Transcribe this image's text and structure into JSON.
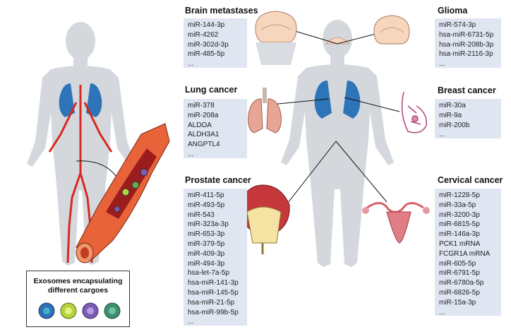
{
  "panels": {
    "brain": {
      "title": "Brain metastases",
      "items": [
        "miR-144-3p",
        "miR-4262",
        "miR-302d-3p",
        "miR-485-5p",
        "..."
      ]
    },
    "lung": {
      "title": "Lung cancer",
      "items": [
        "miR-378",
        "miR-208a",
        "ALDOA",
        "ALDH3A1",
        "ANGPTL4",
        "..."
      ]
    },
    "prostate": {
      "title": "Prostate cancer",
      "items": [
        "miR-411-5p",
        "miR-493-5p",
        "miR-543",
        "miR-323a-3p",
        "miR-653-3p",
        "miR-379-5p",
        "miR-409-3p",
        "miR-494-3p",
        "hsa-let-7a-5p",
        "hsa-miR-141-3p",
        "hsa-miR-145-5p",
        "hsa-miR-21-5p",
        "hsa-miR-99b-5p",
        "..."
      ]
    },
    "glioma": {
      "title": "Glioma",
      "items": [
        "miR-574-3p",
        "hsa-miR-6731-5p",
        "hsa-miR-208b-3p",
        "hsa-miR-2116-3p",
        "..."
      ]
    },
    "breast": {
      "title": "Breast cancer",
      "items": [
        "miR-30a",
        "miR-9a",
        "miR-200b",
        "..."
      ]
    },
    "cervical": {
      "title": "Cervical cancer",
      "items": [
        "miR-1228-5p",
        "miR-33a-5p",
        "miR-3200-3p",
        "miR-6815-5p",
        "miR-146a-3p",
        "PCK1 mRNA",
        "FCGR1A mRNA",
        "miR-605-5p",
        "miR-6791-5p",
        "miR-6780a-5p",
        "miR-6826-5p",
        "miR-15a-3p",
        "..."
      ]
    }
  },
  "legend": {
    "title": "Exosomes encapsulating different cargoes"
  },
  "colors": {
    "panel_bg": "#dfe6f2",
    "body": "#d4d8dd",
    "lung": "#2d74b8",
    "vessel": "#d9281e",
    "blood_vessel_wall": "#e8623a"
  },
  "icons": [
    "human-body",
    "brain-icon",
    "lung-icon",
    "breast-icon",
    "prostate-icon",
    "uterus-icon",
    "blood-vessel-icon",
    "exosome-icon"
  ]
}
